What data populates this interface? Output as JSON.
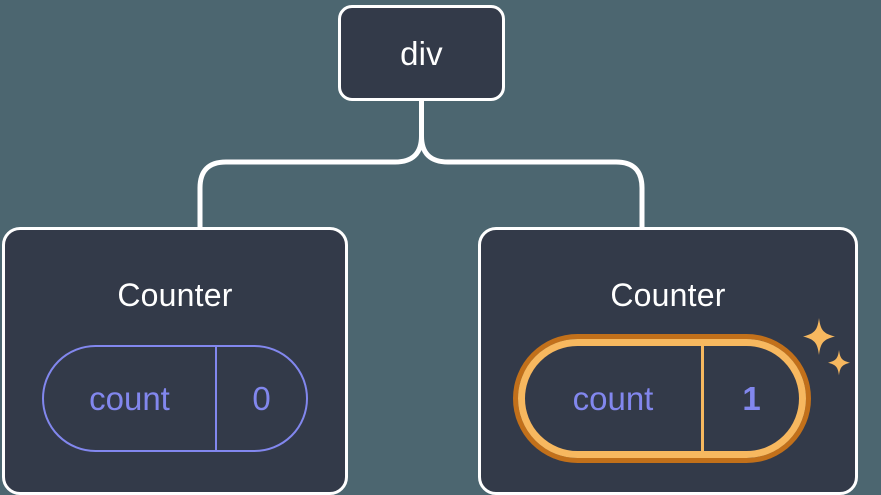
{
  "diagram": {
    "type": "component-tree",
    "background_color": "#4c6670",
    "node_fill": "#333a49",
    "node_border": "#ffffff",
    "accent_purple": "#8287ee",
    "highlight_orange_light": "#f7b85f",
    "highlight_orange_dark": "#c2701a",
    "connector_color": "#ffffff"
  },
  "root": {
    "label": "div"
  },
  "children": [
    {
      "title": "Counter",
      "state": {
        "key": "count",
        "value": "0"
      },
      "highlighted": false
    },
    {
      "title": "Counter",
      "state": {
        "key": "count",
        "value": "1"
      },
      "highlighted": true,
      "sparkle_icons": [
        "sparkle-large",
        "sparkle-small"
      ]
    }
  ]
}
